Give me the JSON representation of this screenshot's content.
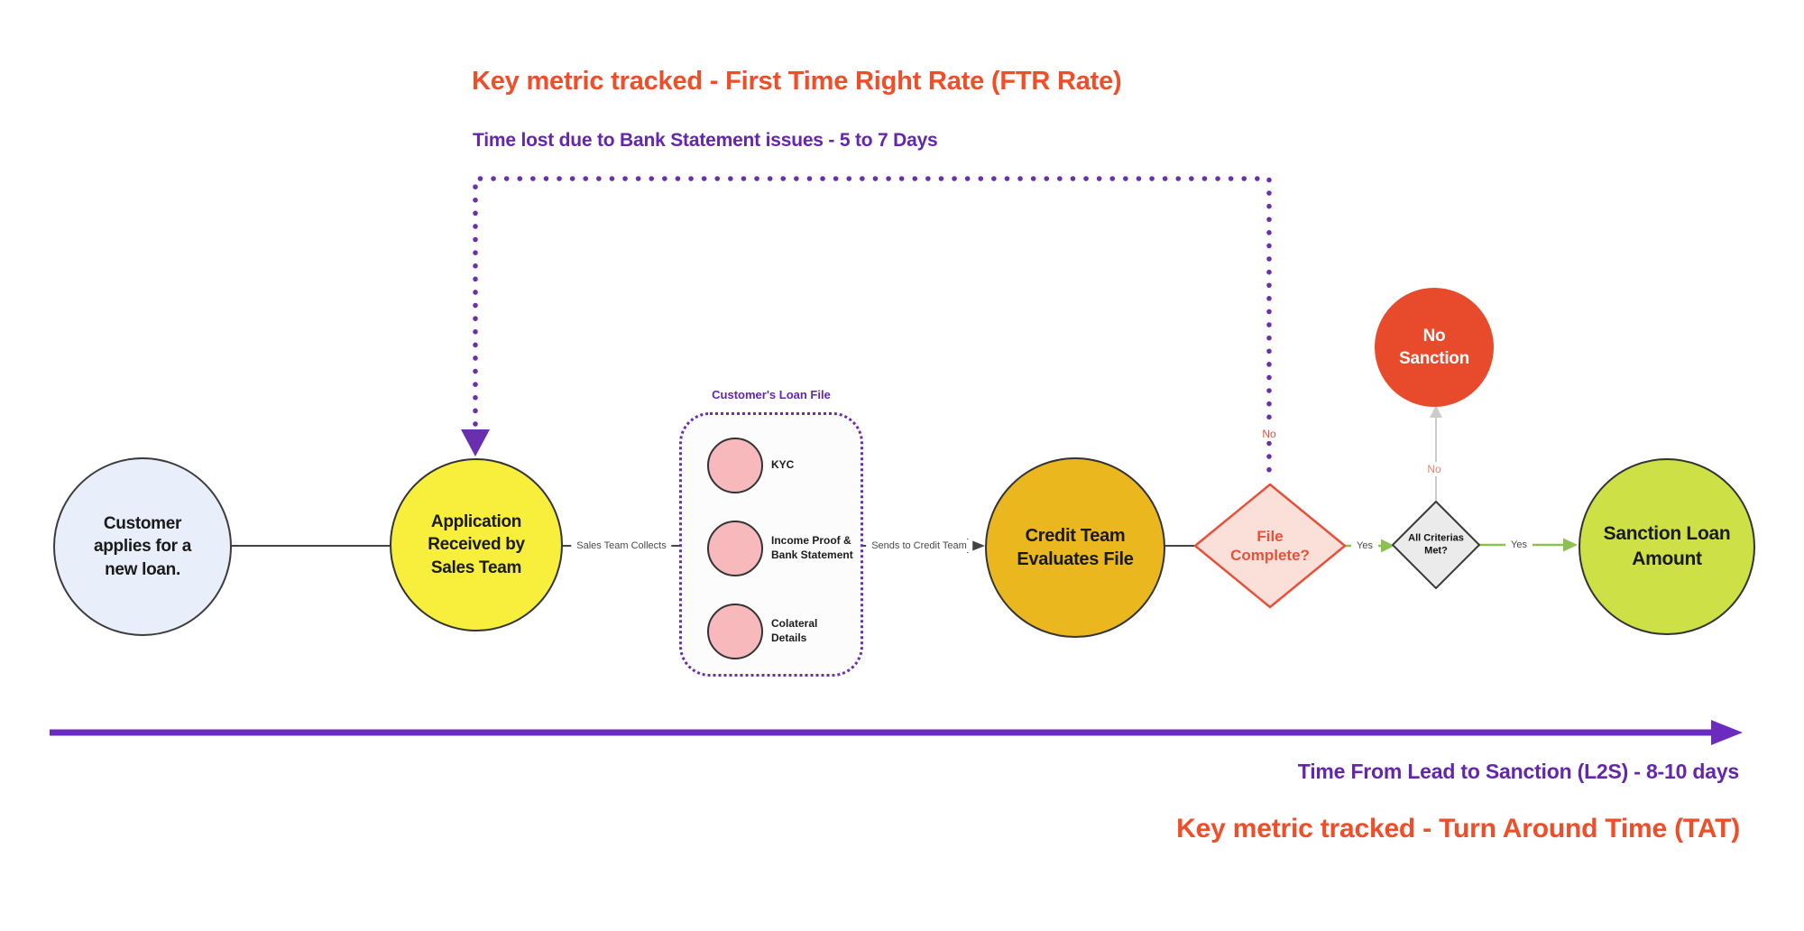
{
  "titles": {
    "ftr_metric": "Key metric tracked - First Time Right Rate (FTR Rate)",
    "time_lost": "Time lost due to Bank Statement issues - 5 to 7 Days",
    "lead_to_sanction": "Time From Lead to Sanction (L2S) - 8-10 days",
    "tat_metric": "Key metric tracked - Turn Around Time (TAT)"
  },
  "nodes": {
    "customer": {
      "label": "Customer applies for a new loan."
    },
    "application": {
      "label": "Application Received by Sales Team"
    },
    "credit_team": {
      "label": "Credit Team Evaluates File"
    },
    "file_complete": {
      "label": "File Complete?"
    },
    "all_criterias": {
      "label": "All Criterias Met?"
    },
    "no_sanction": {
      "label": "No Sanction"
    },
    "sanction_loan": {
      "label": "Sanction Loan Amount"
    }
  },
  "loan_file": {
    "title": "Customer's Loan File",
    "items": [
      {
        "label": "KYC"
      },
      {
        "label": "Income Proof & Bank Statement"
      },
      {
        "label": "Colateral Details"
      }
    ]
  },
  "edge_labels": {
    "sales_collects": "Sales Team Collects",
    "sends_to_credit": "Sends to Credit Team",
    "file_yes": "Yes",
    "file_no": "No",
    "criteria_yes": "Yes",
    "criteria_no": "No"
  },
  "colors": {
    "accent-red": "#f04e29",
    "purple": "#6a2fae",
    "deep-purple": "#6326ad",
    "arrow-purple": "#6c2bbf",
    "node-customer": "#e8effa",
    "node-application": "#f7ef3b",
    "node-credit": "#eab71f",
    "node-sanction": "#cde046",
    "node-no-sanction": "#e74b2b",
    "doc-pink": "#f8b9bd",
    "diamond-pink-fill": "#fbe0da",
    "diamond-pink-stroke": "#e8503a",
    "diamond-gray-fill": "#ebebeb",
    "edge-green": "#8cc152",
    "edge-dark": "#444444",
    "edge-gray": "#cccccc",
    "label-gray": "#4a4a4a",
    "no-salmon": "#f4836a"
  }
}
